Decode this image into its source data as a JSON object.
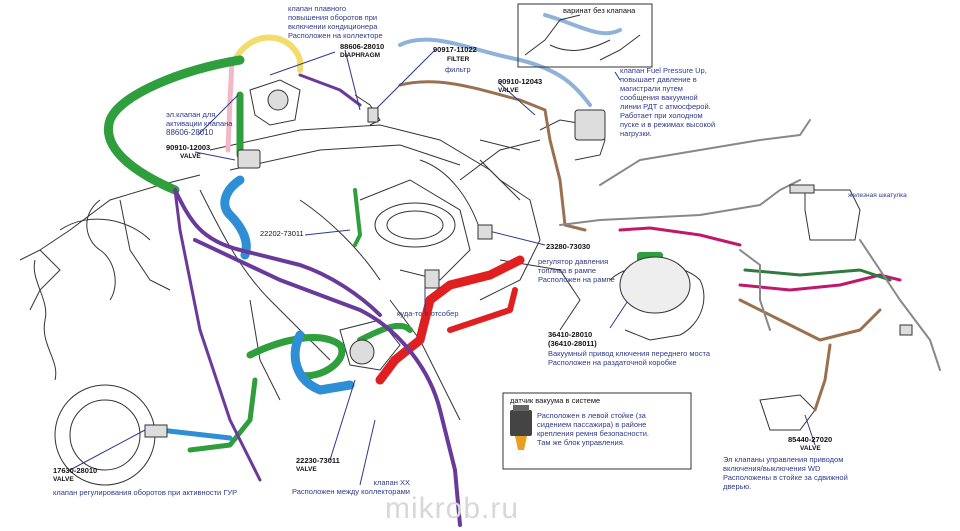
{
  "labels": {
    "idle_up_valve": "клапан плавного\nповышения оборотов при\nвключении кондиционера\nРасположен на коллекторе",
    "diaphragm_part": "88606-28010",
    "diaphragm_word": "DIAPHRAGM",
    "filter_part": "90917-11022",
    "filter_word": "FILTER",
    "filter_ru": "фильтр",
    "variant": "варинат без клапана",
    "fpu_text": "клапан Fuel Pressure Up,\nповышает давление в\nмагистрали путем\nсообщения вакуумной\nлинии РДТ с атмосферой.\nРаботает при холодном\nпуске и в режимах высокой\nнагрузки.",
    "valve2_part": "90910-12043",
    "valve2_word": "VALVE",
    "el_valve": "эл.клапан для\nактивации клапана",
    "el_valve_part": "88606-28010",
    "valve1_part": "90910-12003",
    "valve1_word": "VALVE",
    "iron_box": "железная шкатулка",
    "part_22202": "22202-73011",
    "part_23280": "23280-73030",
    "fuel_reg": "регулятор давления\nтоплива в рампе\nРасположен на рампе",
    "nowhere": "куда-то в отсобер",
    "part_36410": "36410-28010\n(36410-28011)",
    "front_axle": "Вакуумный привод ключения переднего моста\nРасположен на раздаточной коробке",
    "sensor_title": "датчик вакуума в системе",
    "sensor_text": "Расположен в левой стойке (за\nсидением пассажира) в районе\nкрепления ремня безопасности.\nТам же блок управления.",
    "part_17630": "17630-28010",
    "valve3_word": "VALVE",
    "gur_valve": "клапан регулирования оборотов при активности ГУР",
    "part_22230": "22230-73011",
    "valve4_word": "VALVE",
    "xx_valve": "клапан ХХ\nРасположен между коллекторами",
    "part_85440": "85440-27020",
    "valve5_word": "VALVE",
    "wd_valve": "Эл клапаны управления приводом\nвключения/выключения WD\nРасположены в стойке за сдвижной\nдверью.",
    "watermark": "mikrob.ru"
  },
  "colors": {
    "green": "#2f9e3c",
    "blue": "#2e8fd6",
    "red": "#e02020",
    "purple": "#6a3a9a",
    "yellow": "#f2dc6a",
    "pink": "#f2b8c6",
    "light_blue": "#8fb2d8",
    "brown": "#9a7150",
    "magenta": "#c0186a",
    "label_blue": "#2e3a8c"
  },
  "icons": {
    "sensor": "vacuum-sensor-icon",
    "engine": "engine-outline-drawing",
    "actuator": "vacuum-actuator-drawing"
  }
}
